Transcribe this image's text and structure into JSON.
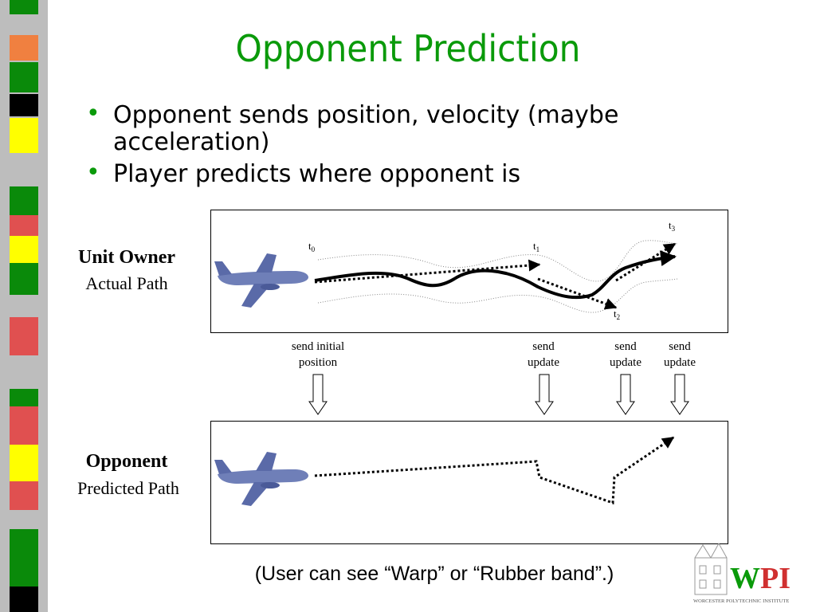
{
  "slide": {
    "title": "Opponent Prediction",
    "bullets": [
      {
        "text": "Opponent sends position, velocity (maybe acceleration)"
      },
      {
        "text": "Player predicts where opponent is"
      }
    ]
  },
  "upper_panel": {
    "label_bold": "Unit Owner",
    "label": "Actual Path",
    "time_labels": {
      "t0": {
        "base": "t",
        "sub": "0"
      },
      "t1": {
        "base": "t",
        "sub": "1"
      },
      "t2": {
        "base": "t",
        "sub": "2"
      },
      "t3": {
        "base": "t",
        "sub": "3"
      }
    }
  },
  "send_events": {
    "initial": {
      "line1": "send initial",
      "line2": "position"
    },
    "update1": {
      "line1": "send",
      "line2": "update"
    },
    "update2": {
      "line1": "send",
      "line2": "update"
    },
    "update3": {
      "line1": "send",
      "line2": "update"
    }
  },
  "lower_panel": {
    "label_bold": "Opponent",
    "label": "Predicted Path"
  },
  "footer": "(User can see “Warp” or “Rubber band”.)",
  "logo": {
    "text": "WPI",
    "subtext": "WORCESTER POLYTECHNIC INSTITUTE"
  },
  "colors": {
    "accent": "#0a9a0a",
    "logo_red": "#d03030"
  }
}
